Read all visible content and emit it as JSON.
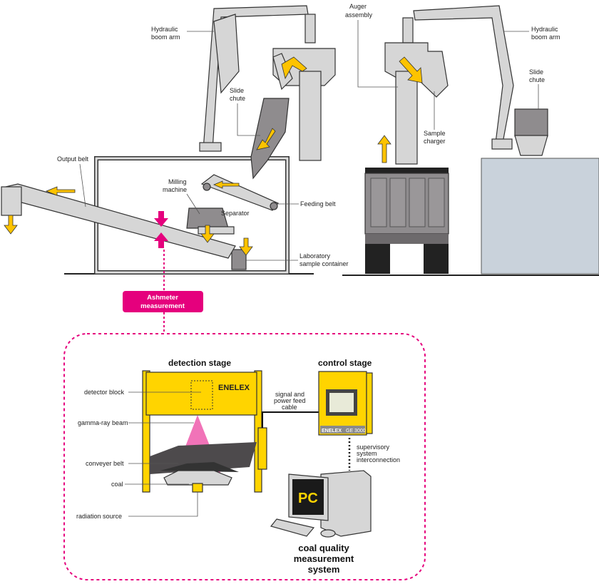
{
  "labels": {
    "hydraulic_boom_arm_left": [
      "Hydraulic",
      "boom arm"
    ],
    "hydraulic_boom_arm_right": [
      "Hydraulic",
      "boom arm"
    ],
    "auger_assembly": [
      "Auger",
      "assembly"
    ],
    "slide_chute_left": [
      "Slide",
      "chute"
    ],
    "slide_chute_right": [
      "Slide",
      "chute"
    ],
    "sample_charger": [
      "Sample",
      "charger"
    ],
    "output_belt": "Output belt",
    "milling_machine": [
      "Milling",
      "machine"
    ],
    "separator": "Separator",
    "feeding_belt": "Feeding belt",
    "laboratory_sample_container": [
      "Laboratory",
      "sample container"
    ]
  },
  "ashmeter": {
    "label": [
      "Ashmeter",
      "measurement"
    ],
    "color": "#e5007d"
  },
  "detection": {
    "title": "detection stage",
    "brand": "ENELEX",
    "detector_block": "detector block",
    "gamma_ray_beam": "gamma-ray beam",
    "conveyer_belt": "conveyer belt",
    "coal": "coal",
    "radiation_source": "radiation source"
  },
  "control": {
    "title": "control stage",
    "brand": "ENELEX",
    "model": "GE 3000",
    "cable": [
      "signal and",
      "power feed",
      "cable"
    ],
    "interconnection": [
      "supervisory",
      "system",
      "interconnection"
    ]
  },
  "pc": {
    "label": "PC"
  },
  "system": {
    "title": [
      "coal quality",
      "measurement",
      "system"
    ]
  },
  "colors": {
    "arrow": "#fdc300",
    "accent": "#e5007d",
    "cabinet": "#ffd400"
  }
}
